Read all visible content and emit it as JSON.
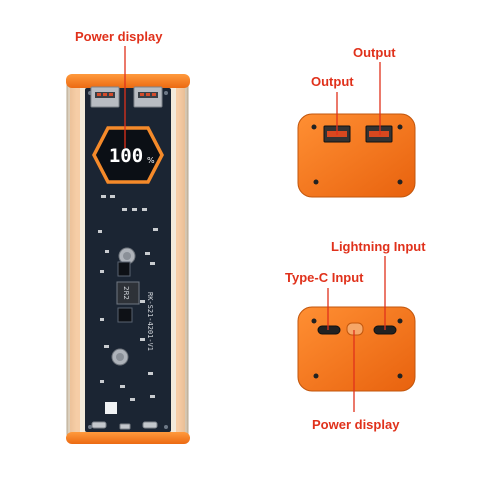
{
  "labels": {
    "power_display_top": "Power display",
    "output_left": "Output",
    "output_right": "Output",
    "lightning_input": "Lightning Input",
    "typec_input": "Type-C Input",
    "power_display_bottom": "Power display"
  },
  "display": {
    "percent_text": "100",
    "percent_sign": "%"
  },
  "board": {
    "inductor_text": "2R2",
    "pcb_model": "RK-S21-4201-V1"
  },
  "colors": {
    "accent": "#e0311b",
    "housing": "#f2761f",
    "board": "#1b2533"
  }
}
